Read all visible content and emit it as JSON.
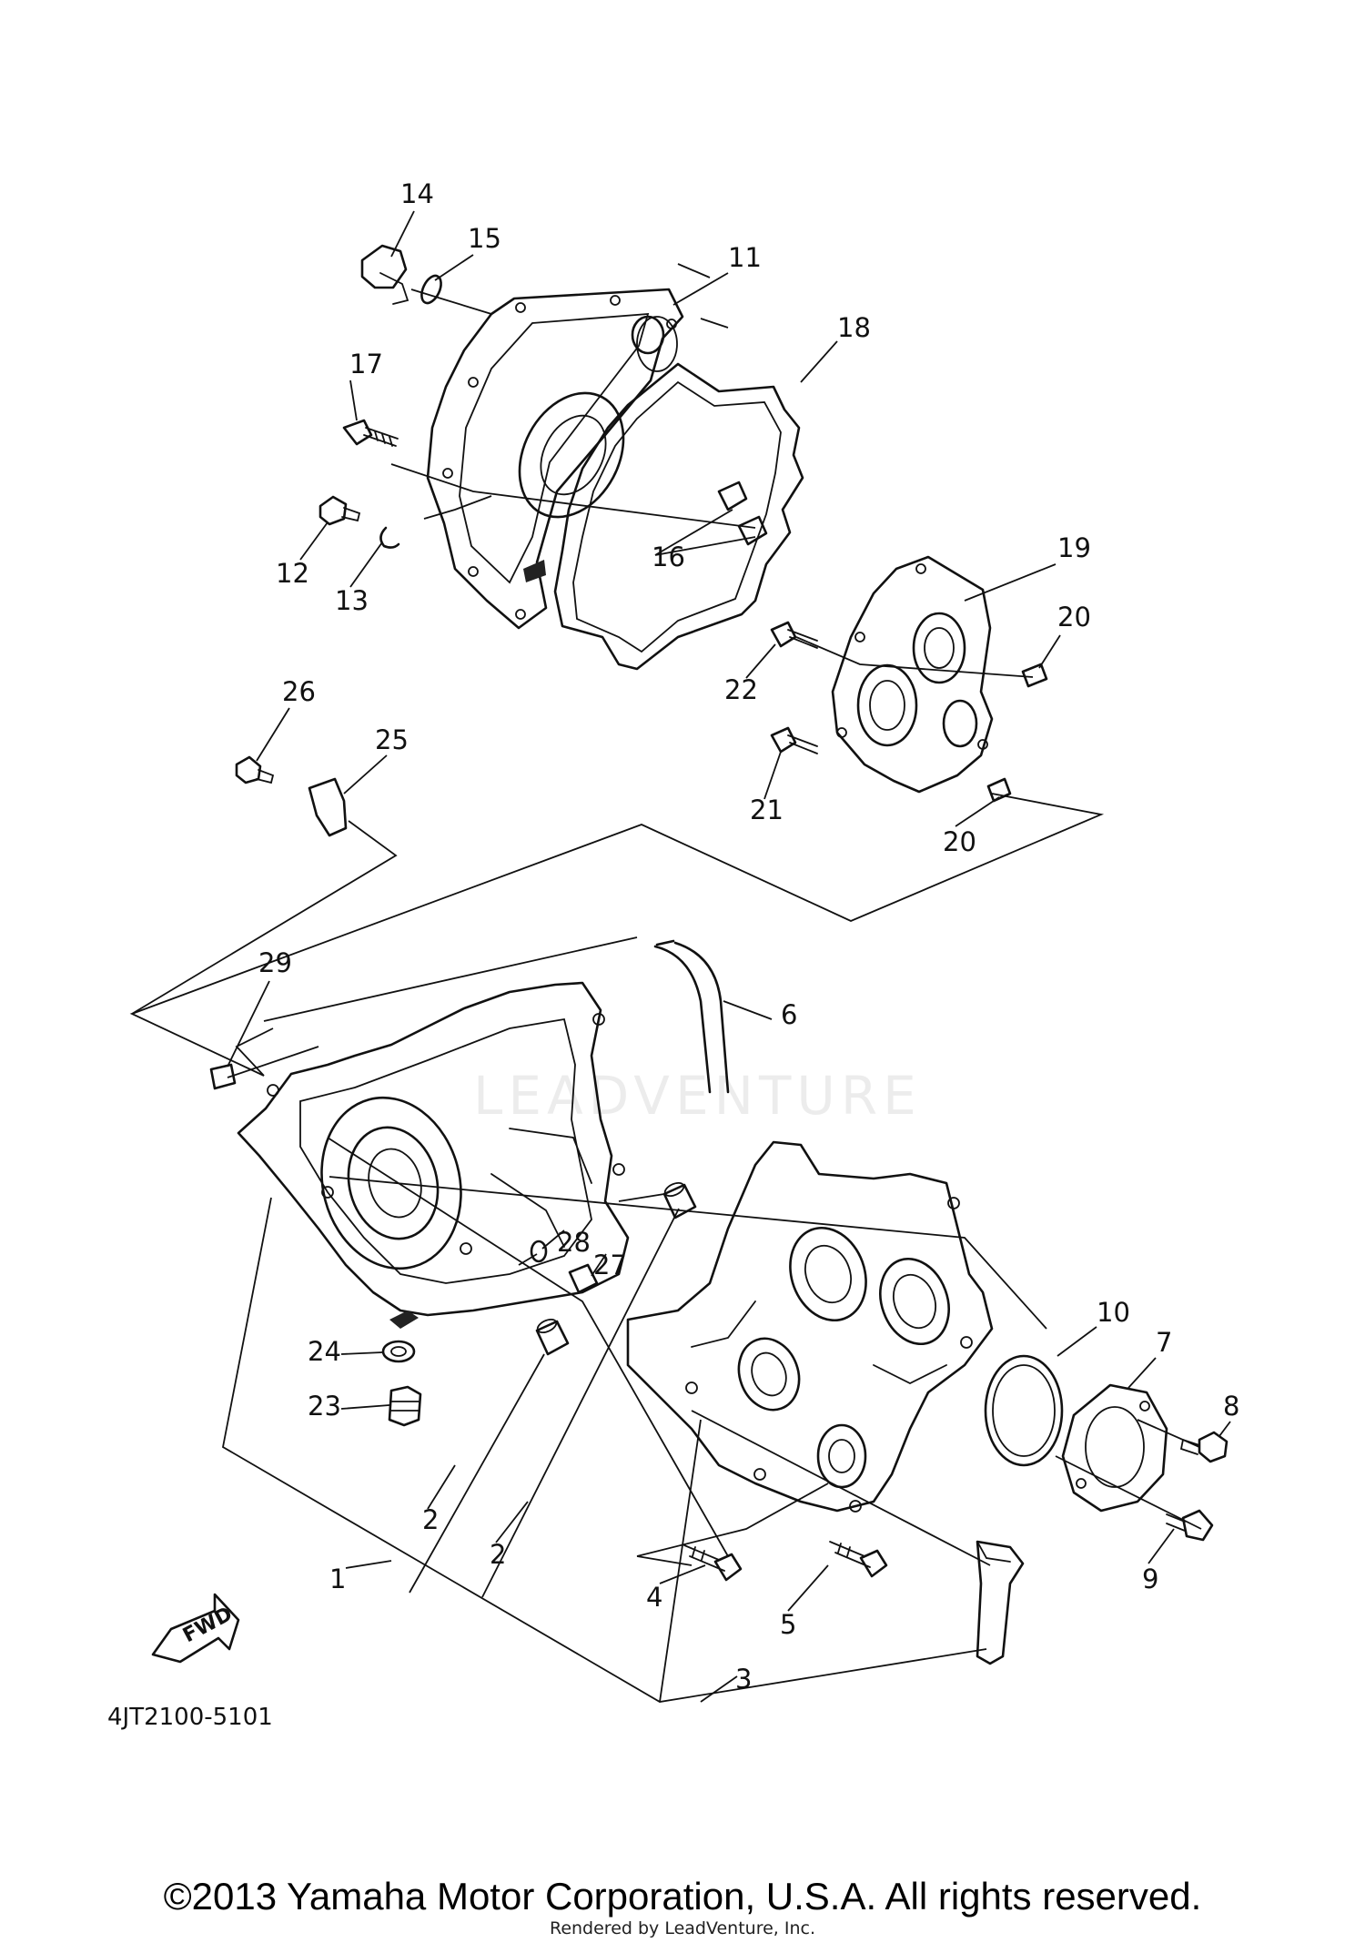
{
  "diagram": {
    "catalog_code": "4JT2100-5101",
    "fwd_label": "FWD",
    "callouts": [
      {
        "id": "c1",
        "label": "1"
      },
      {
        "id": "c2a",
        "label": "2"
      },
      {
        "id": "c2b",
        "label": "2"
      },
      {
        "id": "c3",
        "label": "3"
      },
      {
        "id": "c4",
        "label": "4"
      },
      {
        "id": "c5",
        "label": "5"
      },
      {
        "id": "c6",
        "label": "6"
      },
      {
        "id": "c7",
        "label": "7"
      },
      {
        "id": "c8",
        "label": "8"
      },
      {
        "id": "c9",
        "label": "9"
      },
      {
        "id": "c10",
        "label": "10"
      },
      {
        "id": "c11",
        "label": "11"
      },
      {
        "id": "c12",
        "label": "12"
      },
      {
        "id": "c13",
        "label": "13"
      },
      {
        "id": "c14",
        "label": "14"
      },
      {
        "id": "c15",
        "label": "15"
      },
      {
        "id": "c16",
        "label": "16"
      },
      {
        "id": "c17",
        "label": "17"
      },
      {
        "id": "c18",
        "label": "18"
      },
      {
        "id": "c19",
        "label": "19"
      },
      {
        "id": "c20a",
        "label": "20"
      },
      {
        "id": "c20b",
        "label": "20"
      },
      {
        "id": "c21",
        "label": "21"
      },
      {
        "id": "c22",
        "label": "22"
      },
      {
        "id": "c23",
        "label": "23"
      },
      {
        "id": "c24",
        "label": "24"
      },
      {
        "id": "c25",
        "label": "25"
      },
      {
        "id": "c26",
        "label": "26"
      },
      {
        "id": "c27",
        "label": "27"
      },
      {
        "id": "c28",
        "label": "28"
      },
      {
        "id": "c29",
        "label": "29"
      }
    ]
  },
  "watermark": "LEADVENTURE",
  "footer": {
    "copyright": "©2013 Yamaha Motor Corporation, U.S.A. All rights reserved.",
    "rendered_by": "Rendered by LeadVenture, Inc."
  }
}
